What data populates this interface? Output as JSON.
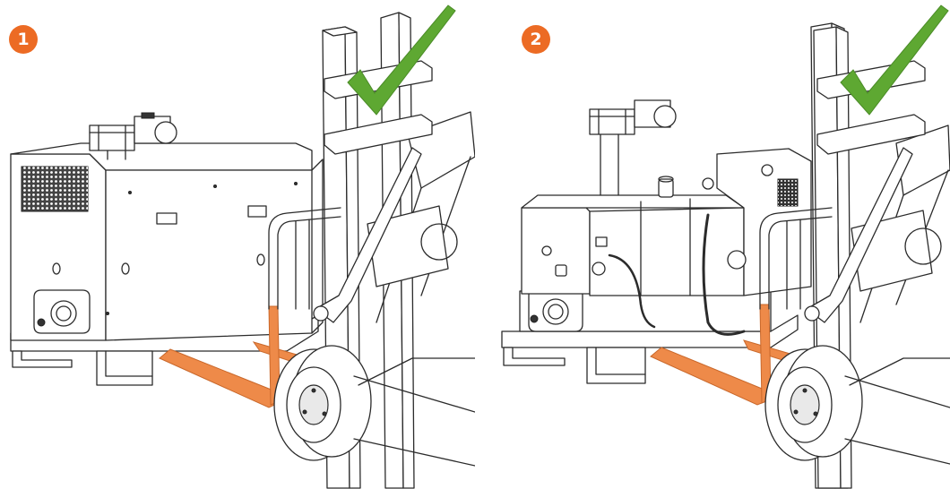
{
  "steps": [
    {
      "number": "1",
      "state": "enclosed unit lifted by forklift",
      "result_icon": "check-mark-icon",
      "result_color": "#5ea832"
    },
    {
      "number": "2",
      "state": "open frame unit lifted by forklift",
      "result_icon": "check-mark-icon",
      "result_color": "#5ea832"
    }
  ],
  "colors": {
    "badge": "#ec6b24",
    "fork": "#ee8a49",
    "check": "#5ea832",
    "line": "#2b2b2b"
  }
}
